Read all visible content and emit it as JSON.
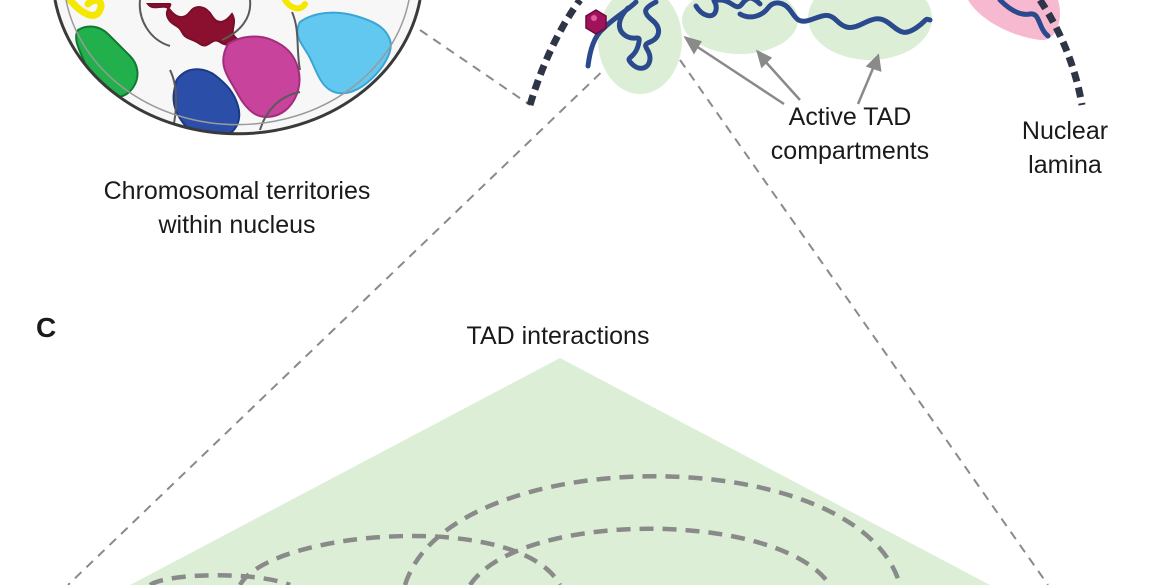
{
  "labels": {
    "territories": [
      "Chromosomal territories",
      "within nucleus"
    ],
    "active_tad": [
      "Active TAD",
      "compartments"
    ],
    "nuclear_lamina": [
      "Nuclear",
      "lamina"
    ],
    "panel_letter": "C",
    "tad_interactions": "TAD interactions"
  },
  "territory_colors": [
    "#f4e800",
    "#8b1030",
    "#16a34a",
    "#2b4ea8",
    "#c8449c",
    "#5cc6ee"
  ],
  "colors": {
    "outline": "#3a3a3a",
    "chromatin": "#3f64a8",
    "tad_fill": "#dcefd6",
    "lamina_fill": "#f7b9cf",
    "marker": "#a0125a",
    "dashed_lines": "#8a8a8a",
    "arrows": "#8a8a8a"
  }
}
